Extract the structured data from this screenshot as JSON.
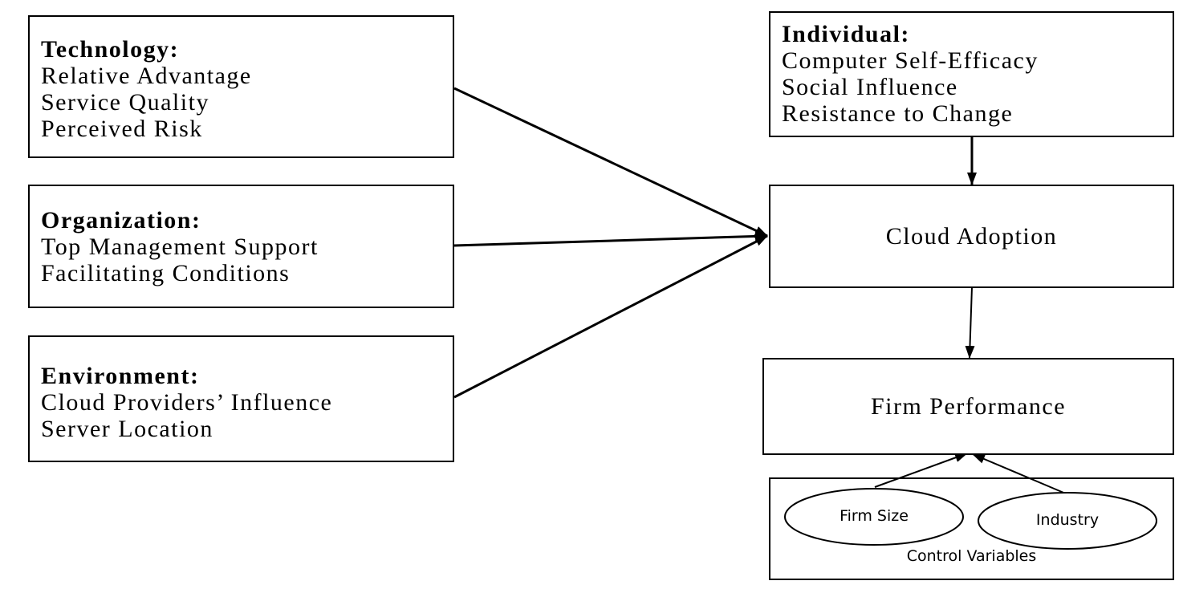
{
  "technology": {
    "heading": "Technology:",
    "items": [
      "Relative Advantage",
      "Service Quality",
      "Perceived Risk"
    ]
  },
  "organization": {
    "heading": "Organization:",
    "items": [
      "Top Management Support",
      "Facilitating Conditions"
    ]
  },
  "environment": {
    "heading": "Environment:",
    "items": [
      "Cloud Providers’ Influence",
      "Server Location"
    ]
  },
  "individual": {
    "heading": "Individual:",
    "items": [
      "Computer Self-Efficacy",
      "Social Influence",
      "Resistance to Change"
    ]
  },
  "cloud_adoption": {
    "label": "Cloud Adoption"
  },
  "firm_performance": {
    "label": "Firm Performance"
  },
  "controls": {
    "firm_size": "Firm Size",
    "industry": "Industry",
    "caption": "Control Variables"
  }
}
